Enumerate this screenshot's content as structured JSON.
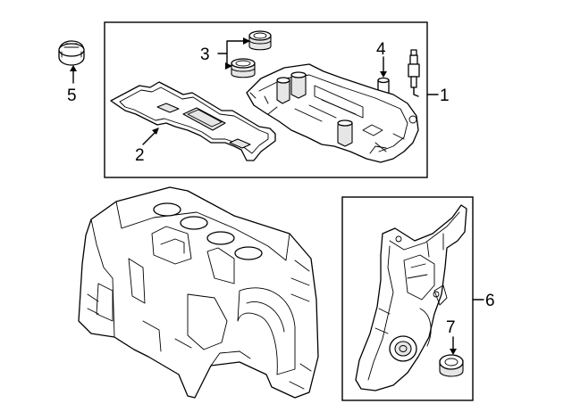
{
  "callouts": {
    "c1": "1",
    "c2": "2",
    "c3": "3",
    "c4": "4",
    "c5": "5",
    "c6": "6",
    "c7": "7"
  },
  "parts": {
    "p1": "valve-cover-assembly",
    "p2": "valve-cover-gasket",
    "p3": "spark-plug-tube-seals",
    "p4": "pcv-valve",
    "p5": "oil-filler-cap",
    "p6": "timing-cover",
    "p7": "front-crankshaft-seal"
  }
}
